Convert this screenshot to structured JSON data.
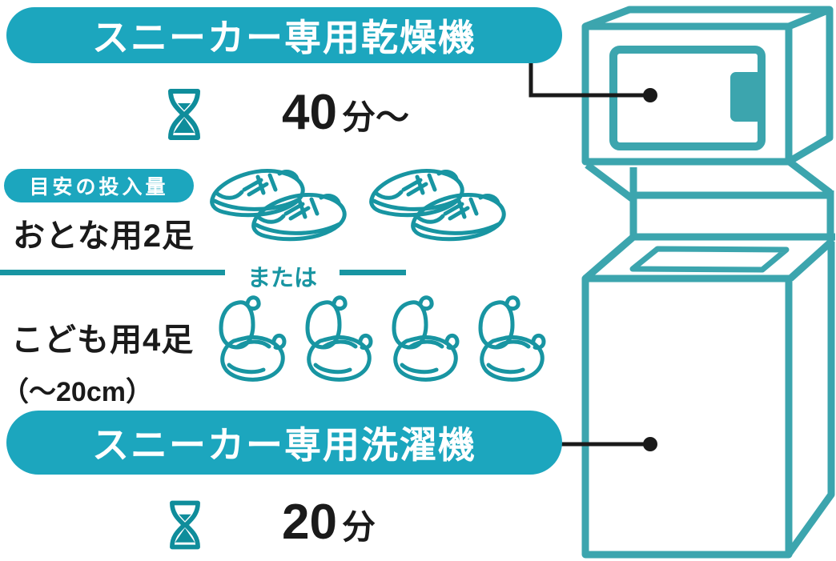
{
  "colors": {
    "banner_teal": "#1CA6BE",
    "lineart_teal": "#1895A2",
    "machine_teal": "#3CA5AE",
    "hourglass_teal": "#0F8D9B",
    "text_black": "#1A1A1A"
  },
  "dryer": {
    "title": "スニーカー専用乾燥機",
    "duration_value": "40",
    "duration_unit": "分〜"
  },
  "washer": {
    "title": "スニーカー専用洗濯機",
    "duration_value": "20",
    "duration_unit": "分"
  },
  "capacity": {
    "badge": "目安の投入量",
    "adult_label": "おとな用2足",
    "adult_pairs": 2,
    "or_label": "または",
    "kids_label": "こども用4足",
    "kids_note": "（〜20cm）",
    "kids_pairs": 4
  },
  "icons": {
    "dryer_timer": "hourglass-icon",
    "washer_timer": "hourglass-icon",
    "adult_item": "adult-sneaker-pair-icon",
    "kids_item": "kids-shoe-pair-icon",
    "illustration": "stacked-sneaker-washer-dryer"
  }
}
